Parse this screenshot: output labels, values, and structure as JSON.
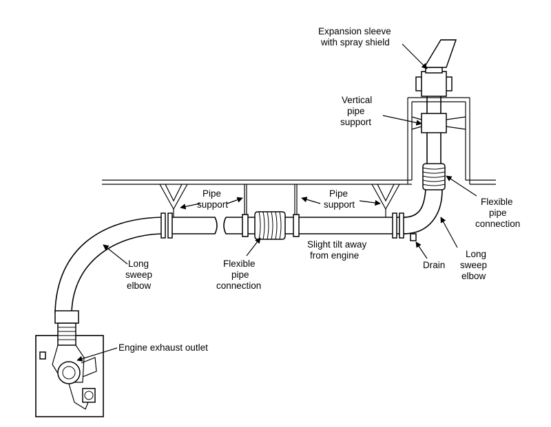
{
  "labels": {
    "expansion_sleeve_line1": "Expansion sleeve",
    "expansion_sleeve_line2": "with spray shield",
    "vertical_support_line1": "Vertical",
    "vertical_support_line2": "pipe",
    "vertical_support_line3": "support",
    "pipe_support_left_line1": "Pipe",
    "pipe_support_left_line2": "support",
    "pipe_support_right_line1": "Pipe",
    "pipe_support_right_line2": "support",
    "flexible_right_line1": "Flexible",
    "flexible_right_line2": "pipe",
    "flexible_right_line3": "connection",
    "long_sweep_left_line1": "Long",
    "long_sweep_left_line2": "sweep",
    "long_sweep_left_line3": "elbow",
    "flexible_center_line1": "Flexible",
    "flexible_center_line2": "pipe",
    "flexible_center_line3": "connection",
    "slight_tilt_line1": "Slight tilt away",
    "slight_tilt_line2": "from engine",
    "drain": "Drain",
    "long_sweep_right_line1": "Long",
    "long_sweep_right_line2": "sweep",
    "long_sweep_right_line3": "elbow",
    "engine_exhaust": "Engine exhaust outlet"
  }
}
